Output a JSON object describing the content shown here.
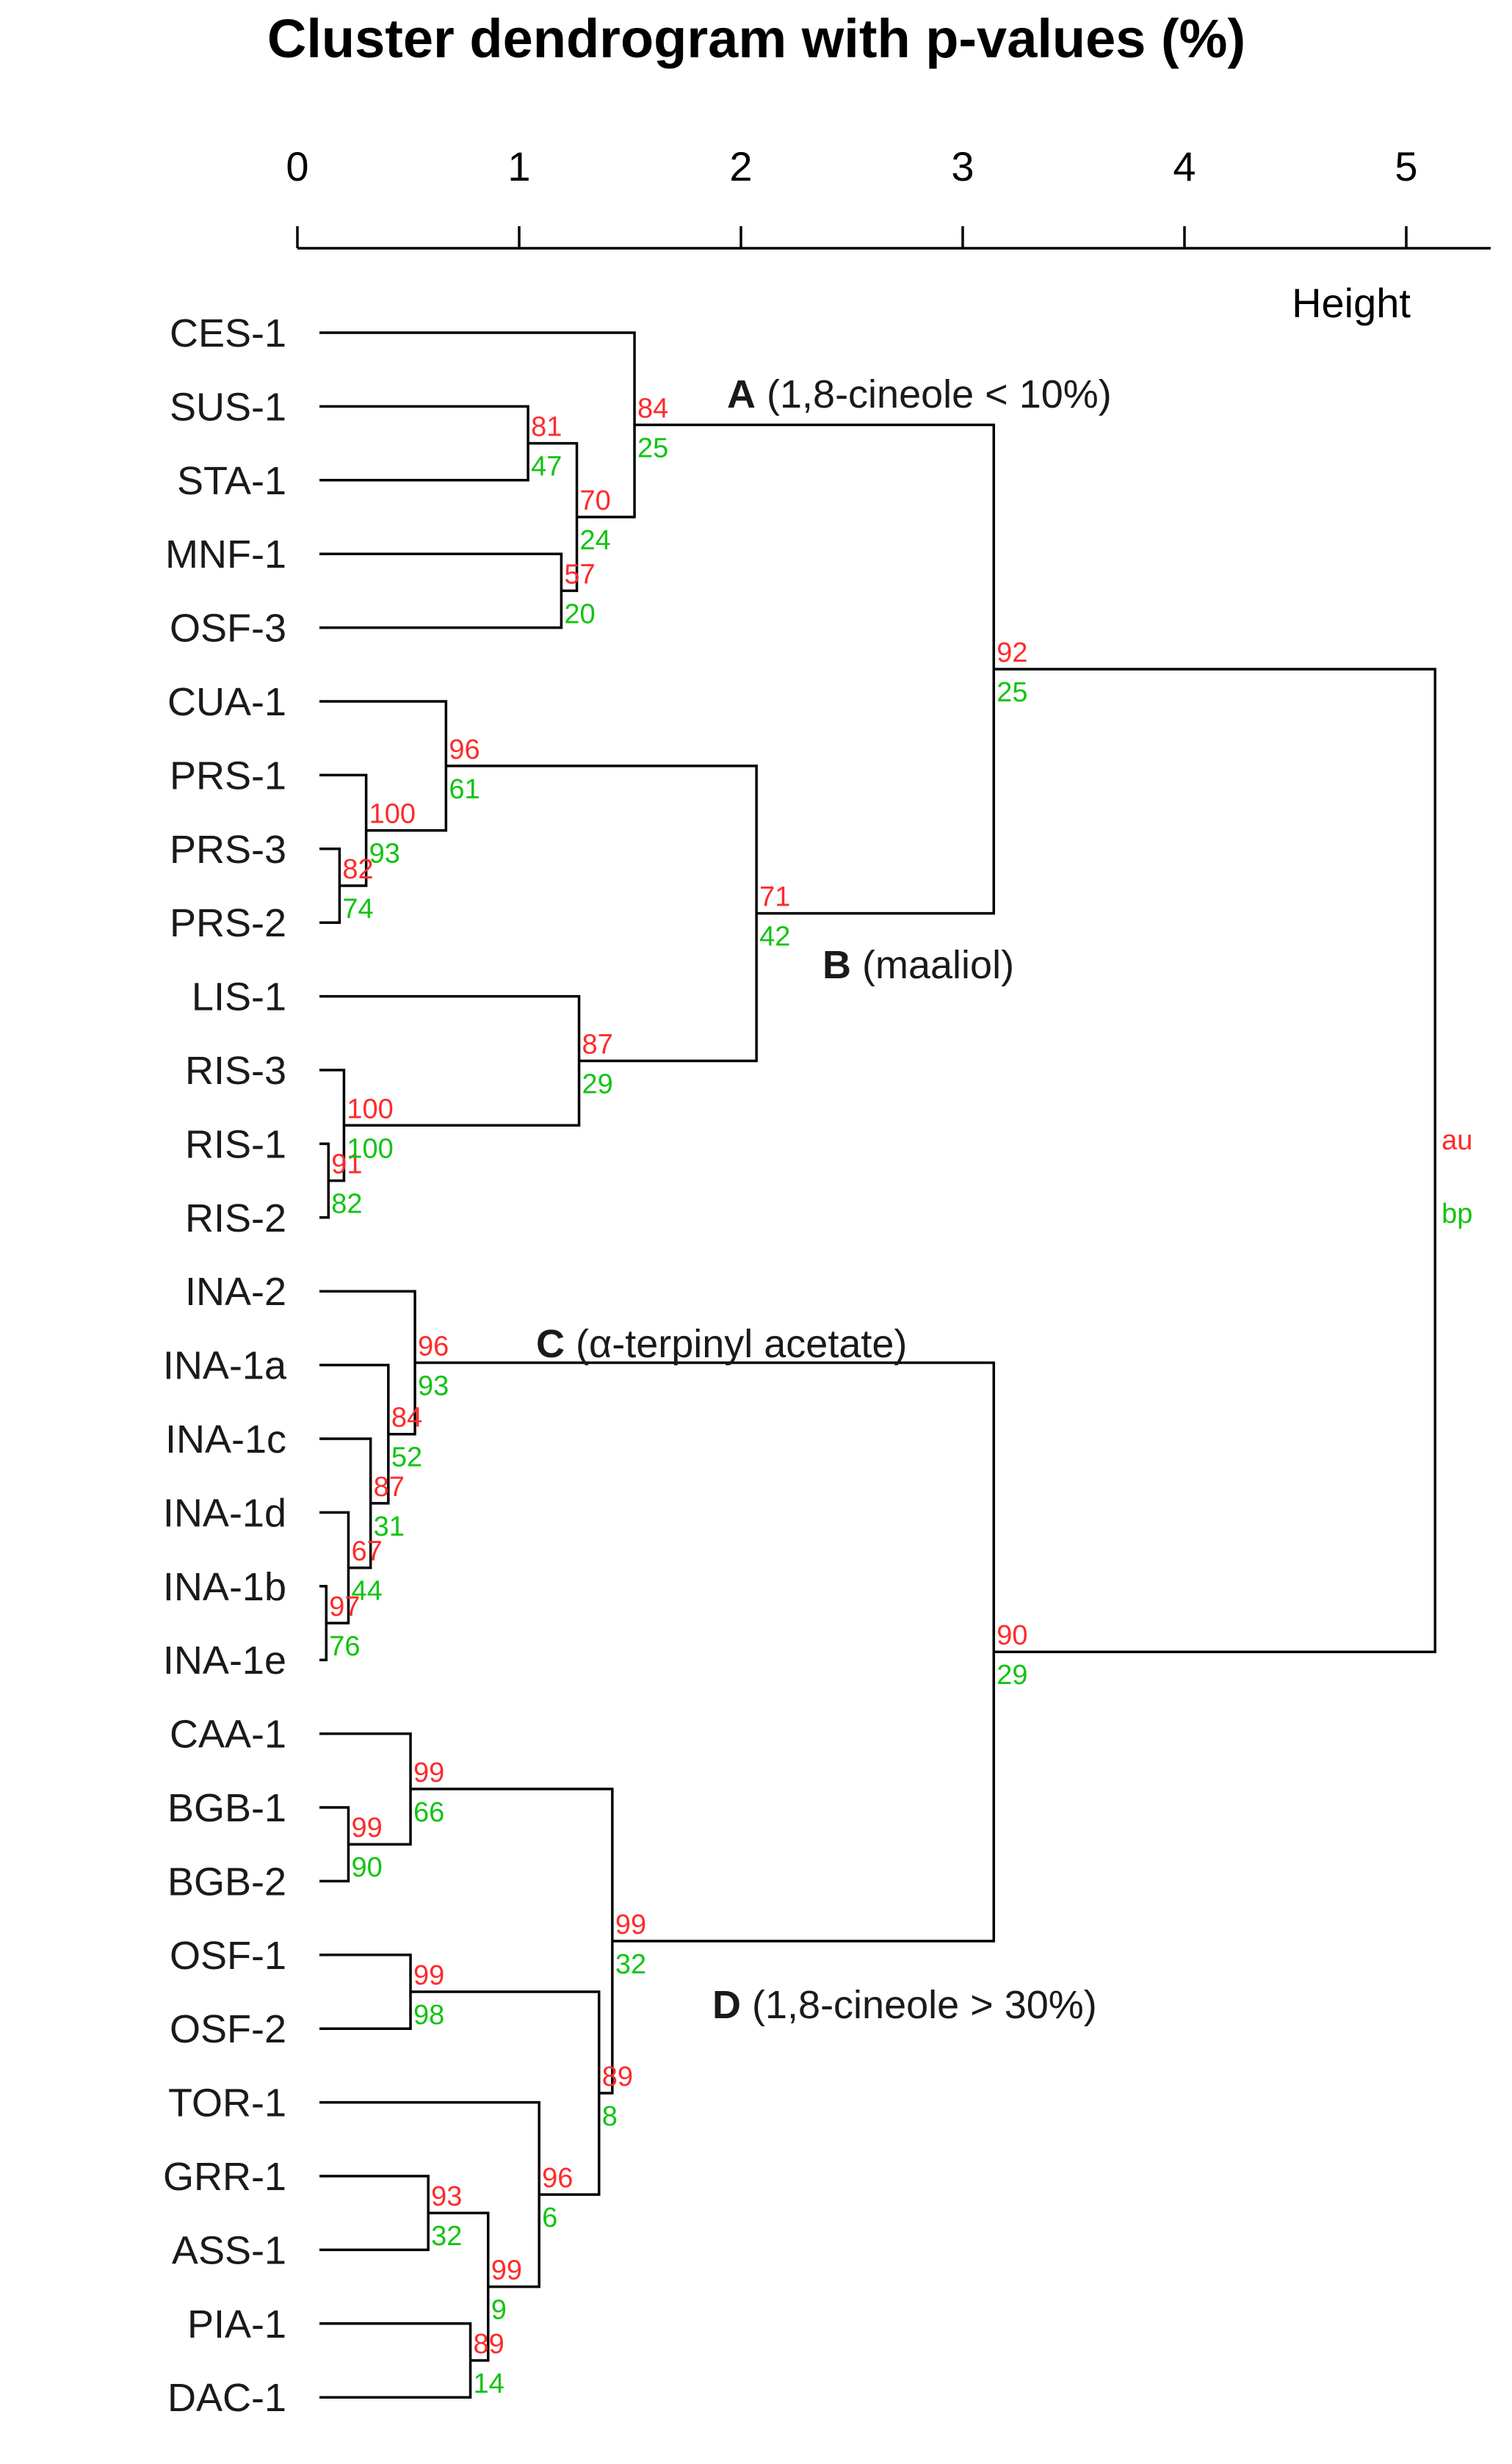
{
  "title": "Cluster dendrogram with p-values (%)",
  "colors": {
    "au": "#ff2a2a",
    "bp": "#11c411",
    "line": "#000000"
  },
  "axis": {
    "label": "Height",
    "ticks": [
      "0",
      "1",
      "2",
      "3",
      "4",
      "5"
    ],
    "tick_values": [
      0,
      1,
      2,
      3,
      4,
      5
    ]
  },
  "leaves": [
    "CES-1",
    "SUS-1",
    "STA-1",
    "MNF-1",
    "OSF-3",
    "CUA-1",
    "PRS-1",
    "PRS-3",
    "PRS-2",
    "LIS-1",
    "RIS-3",
    "RIS-1",
    "RIS-2",
    "INA-2",
    "INA-1a",
    "INA-1c",
    "INA-1d",
    "INA-1b",
    "INA-1e",
    "CAA-1",
    "BGB-1",
    "BGB-2",
    "OSF-1",
    "OSF-2",
    "TOR-1",
    "GRR-1",
    "ASS-1",
    "PIA-1",
    "DAC-1"
  ],
  "groups": [
    {
      "letter": "A",
      "text": "(1,8-cineole < 10%)"
    },
    {
      "letter": "B",
      "text": "(maaliol)"
    },
    {
      "letter": "C",
      "text": "(α-terpinyl acetate)"
    },
    {
      "letter": "D",
      "text": "(1,8-cineole > 30%)"
    }
  ],
  "legend": {
    "au": "au",
    "bp": "bp"
  },
  "merges": [
    {
      "id": "n1",
      "left": "SUS-1",
      "right": "STA-1",
      "height": 1.04,
      "au": "81",
      "bp": "47"
    },
    {
      "id": "n2",
      "left": "MNF-1",
      "right": "OSF-3",
      "height": 1.19,
      "au": "57",
      "bp": "20"
    },
    {
      "id": "n3",
      "left": "n1",
      "right": "n2",
      "height": 1.26,
      "au": "70",
      "bp": "24"
    },
    {
      "id": "n4",
      "left": "CES-1",
      "right": "n3",
      "height": 1.52,
      "au": "84",
      "bp": "25"
    },
    {
      "id": "n5",
      "left": "PRS-3",
      "right": "PRS-2",
      "height": 0.19,
      "au": "82",
      "bp": "74"
    },
    {
      "id": "n6",
      "left": "PRS-1",
      "right": "n5",
      "height": 0.31,
      "au": "100",
      "bp": "93"
    },
    {
      "id": "n7",
      "left": "CUA-1",
      "right": "n6",
      "height": 0.67,
      "au": "96",
      "bp": "61"
    },
    {
      "id": "n8",
      "left": "RIS-1",
      "right": "RIS-2",
      "height": 0.14,
      "au": "91",
      "bp": "82"
    },
    {
      "id": "n9",
      "left": "RIS-3",
      "right": "n8",
      "height": 0.21,
      "au": "100",
      "bp": "100"
    },
    {
      "id": "n10",
      "left": "LIS-1",
      "right": "n9",
      "height": 1.27,
      "au": "87",
      "bp": "29"
    },
    {
      "id": "n11",
      "left": "n7",
      "right": "n10",
      "height": 2.07,
      "au": "71",
      "bp": "42"
    },
    {
      "id": "n12",
      "left": "n4",
      "right": "n11",
      "height": 3.14,
      "au": "92",
      "bp": "25"
    },
    {
      "id": "n13",
      "left": "INA-1b",
      "right": "INA-1e",
      "height": 0.13,
      "au": "97",
      "bp": "76"
    },
    {
      "id": "n14",
      "left": "INA-1d",
      "right": "n13",
      "height": 0.23,
      "au": "67",
      "bp": "44"
    },
    {
      "id": "n15",
      "left": "INA-1c",
      "right": "n14",
      "height": 0.33,
      "au": "87",
      "bp": "31"
    },
    {
      "id": "n16",
      "left": "INA-1a",
      "right": "n15",
      "height": 0.41,
      "au": "84",
      "bp": "52"
    },
    {
      "id": "n17",
      "left": "INA-2",
      "right": "n16",
      "height": 0.53,
      "au": "96",
      "bp": "93"
    },
    {
      "id": "n18",
      "left": "BGB-1",
      "right": "BGB-2",
      "height": 0.23,
      "au": "99",
      "bp": "90"
    },
    {
      "id": "n19",
      "left": "CAA-1",
      "right": "n18",
      "height": 0.51,
      "au": "99",
      "bp": "66"
    },
    {
      "id": "n20",
      "left": "OSF-1",
      "right": "OSF-2",
      "height": 0.51,
      "au": "99",
      "bp": "98"
    },
    {
      "id": "n21",
      "left": "GRR-1",
      "right": "ASS-1",
      "height": 0.59,
      "au": "93",
      "bp": "32"
    },
    {
      "id": "n22",
      "left": "PIA-1",
      "right": "DAC-1",
      "height": 0.78,
      "au": "89",
      "bp": "14"
    },
    {
      "id": "n23",
      "left": "n21",
      "right": "n22",
      "height": 0.86,
      "au": "99",
      "bp": "9"
    },
    {
      "id": "n24",
      "left": "TOR-1",
      "right": "n23",
      "height": 1.09,
      "au": "96",
      "bp": "6"
    },
    {
      "id": "n25",
      "left": "n20",
      "right": "n24",
      "height": 1.36,
      "au": "89",
      "bp": "8"
    },
    {
      "id": "n26",
      "left": "n19",
      "right": "n25",
      "height": 1.42,
      "au": "99",
      "bp": "32"
    },
    {
      "id": "n27",
      "left": "n17",
      "right": "n26",
      "height": 3.14,
      "au": "90",
      "bp": "29"
    },
    {
      "id": "n28",
      "left": "n12",
      "right": "n27",
      "height": 5.13,
      "au": "au",
      "bp": "bp"
    }
  ]
}
